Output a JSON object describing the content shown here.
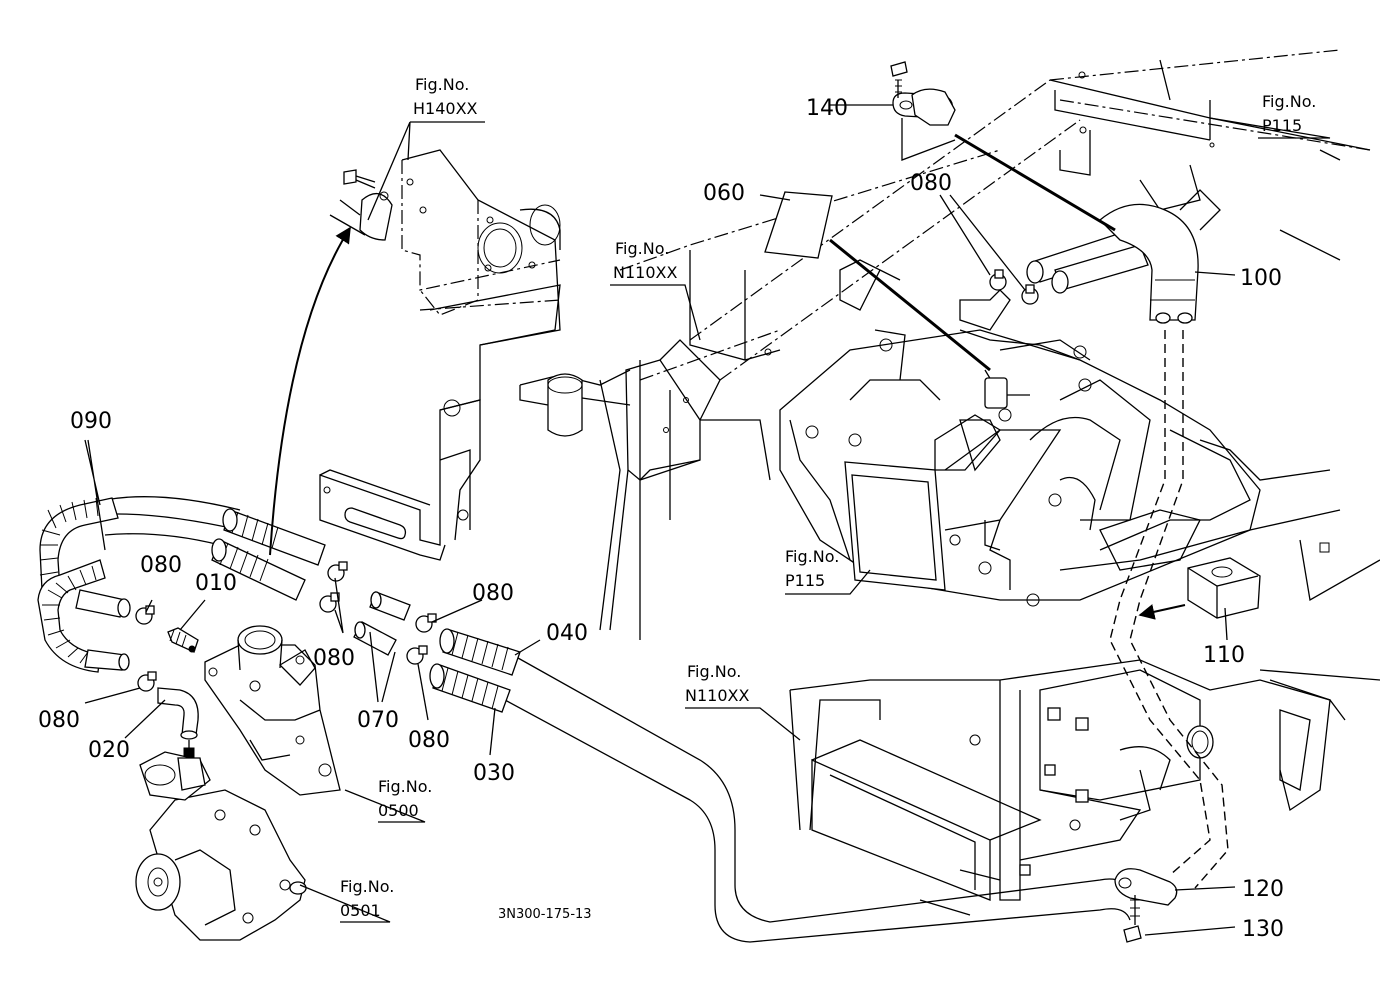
{
  "diagram": {
    "part_labels": {
      "p010": "010",
      "p020": "020",
      "p030": "030",
      "p040": "040",
      "p060": "060",
      "p070": "070",
      "p080_a": "080",
      "p080_b": "080",
      "p080_c": "080",
      "p080_d": "080",
      "p080_e": "080",
      "p080_f": "080",
      "p090": "090",
      "p100": "100",
      "p110": "110",
      "p120": "120",
      "p130": "130",
      "p140": "140"
    },
    "figure_refs": {
      "h140": {
        "title": "Fig.No.",
        "number": "H140XX"
      },
      "n110_top": {
        "title": "Fig.No.",
        "number": "N110XX"
      },
      "p115_top": {
        "title": "Fig.No.",
        "number": "P115"
      },
      "p115_mid": {
        "title": "Fig.No.",
        "number": "P115"
      },
      "n110_bottom": {
        "title": "Fig.No.",
        "number": "N110XX"
      },
      "f0500": {
        "title": "Fig.No.",
        "number": "0500"
      },
      "f0501": {
        "title": "Fig.No.",
        "number": "0501"
      }
    },
    "drawing_code": "3N300-175-13"
  }
}
